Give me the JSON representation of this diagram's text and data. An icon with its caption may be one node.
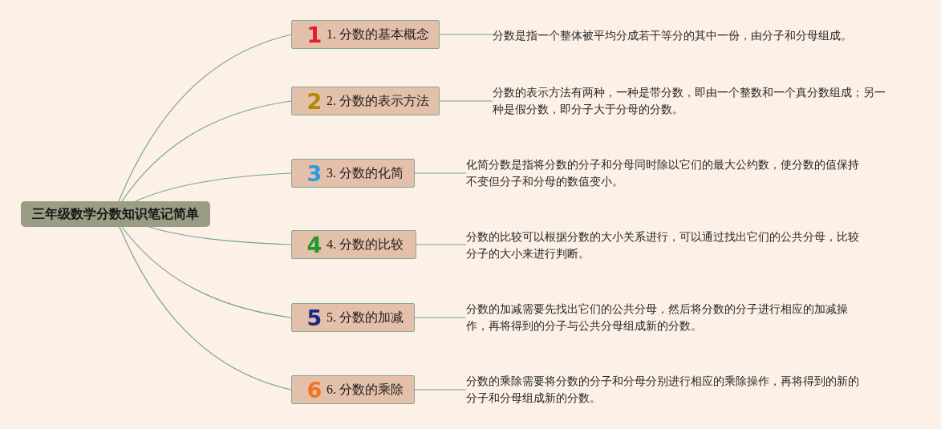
{
  "diagram": {
    "nodes": [
      {
        "text": [
          "三年级数学分数知识笔记简单"
        ]
      },
      {
        "text": [
          "1",
          "1. 分数的基本概念"
        ]
      },
      {
        "text": [
          "分数是指一个整体被平均分成若干等分的其中一份，由分子和分母组成。"
        ]
      },
      {
        "text": [
          "2",
          "2. 分数的表示方法"
        ]
      },
      {
        "text": [
          "分数的表示方法有两种，一种是带分数，即由一个整数和一个真分数组成；另一种是假分数，即分子大于分母的分数。"
        ]
      },
      {
        "text": [
          "3",
          "3. 分数的化简"
        ]
      },
      {
        "text": [
          "化简分数是指将分数的分子和分母同时除以它们的最大公约数，使分数的值保持不变但分子和分母的数值变小。"
        ]
      },
      {
        "text": [
          "4",
          "4. 分数的比较"
        ]
      },
      {
        "text": [
          "分数的比较可以根据分数的大小关系进行，可以通过找出它们的公共分母，比较分子的大小来进行判断。"
        ]
      },
      {
        "text": [
          "5",
          "5. 分数的加减"
        ]
      },
      {
        "text": [
          "分数的加减需要先找出它们的公共分母，然后将分数的分子进行相应的加减操作，再将得到的分子与公共分母组成新的分数。"
        ]
      },
      {
        "text": [
          "6",
          "6. 分数的乘除"
        ]
      },
      {
        "text": [
          "分数的乘除需要将分数的分子和分母分别进行相应的乘除操作，再将得到的新的分子和分母组成新的分数。"
        ]
      }
    ],
    "edges": [
      {
        "from": 0,
        "to": 1,
        "arrow": "none"
      },
      {
        "from": 1,
        "to": 2,
        "arrow": "none"
      },
      {
        "from": 0,
        "to": 3,
        "arrow": "none"
      },
      {
        "from": 3,
        "to": 4,
        "arrow": "none"
      },
      {
        "from": 0,
        "to": 5,
        "arrow": "none"
      },
      {
        "from": 5,
        "to": 6,
        "arrow": "none"
      },
      {
        "from": 0,
        "to": 7,
        "arrow": "none"
      },
      {
        "from": 7,
        "to": 8,
        "arrow": "none"
      },
      {
        "from": 0,
        "to": 9,
        "arrow": "none"
      },
      {
        "from": 9,
        "to": 10,
        "arrow": "none"
      },
      {
        "from": 0,
        "to": 11,
        "arrow": "none"
      },
      {
        "from": 11,
        "to": 12,
        "arrow": "none"
      }
    ]
  }
}
